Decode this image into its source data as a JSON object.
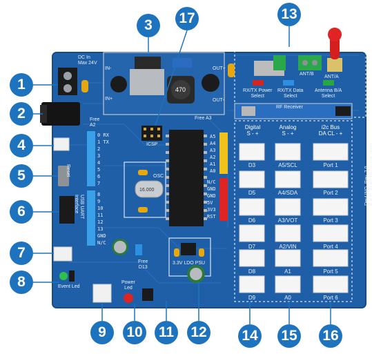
{
  "board": {
    "dc_in_label": "DC In\nMax 24V",
    "free_a2": "Free\nA2",
    "free_a3": "Free A3",
    "free_d13": "Free\nD13",
    "icsp": "ICSP",
    "osc": "OSC",
    "reset": "Reset",
    "usb_uart": "USB UART\nInterface",
    "event_led": "Event Led",
    "power_led": "Power\nLed",
    "ldo": "3.3V LDO PSU",
    "rf_receiver": "RF Receiver",
    "rx_tx_power": "RX/TX Power\nSelect",
    "rx_tx_data": "RX/TX Data\nSelect",
    "antenna_select": "Antenna B/A\nSelect",
    "ant_b": "ANT/B",
    "ant_a": "ANT/A",
    "rev_text": "DevUNO, Rev. 2.0\nB.E.C. ELECTRONICS, 2021",
    "inductor": "470",
    "crystal": "16.000",
    "in_minus": "IN-",
    "in_plus": "IN+",
    "out_plus": "OUT+",
    "out_minus": "OUT-",
    "col_digital": "Digital\nS - +",
    "col_analog": "Analog\nS - +",
    "col_i2c": "i2c Bus\nDA CL - +",
    "digital_ports": [
      "D3",
      "D5",
      "D6",
      "D7",
      "D8",
      "D9"
    ],
    "analog_ports": [
      "A5/SCL",
      "A4/SDA",
      "A3/VOT",
      "A2/VIN",
      "A1",
      "A0"
    ],
    "i2c_ports": [
      "Port 1",
      "Port 2",
      "Port 3",
      "Port 4",
      "Port 5",
      "Port 6"
    ],
    "left_pins_top": [
      "0 RX",
      "1 TX",
      "2",
      "3",
      "4",
      "5",
      "6",
      "7"
    ],
    "left_pins_bottom": [
      "8",
      "9",
      "10",
      "11",
      "12",
      "13",
      "GND",
      "N/C"
    ],
    "analog_pins": [
      "A5",
      "A4",
      "A3",
      "A2",
      "A1",
      "A0"
    ],
    "power_pins": [
      "N/C",
      "GND",
      "GND",
      "5V",
      "3V3",
      "RST"
    ]
  },
  "callouts": [
    "1",
    "2",
    "3",
    "4",
    "5",
    "6",
    "7",
    "8",
    "9",
    "10",
    "11",
    "12",
    "13",
    "14",
    "15",
    "16",
    "17"
  ],
  "colors": {
    "pcb": "#1f5fa8",
    "callout": "#1e73be"
  }
}
